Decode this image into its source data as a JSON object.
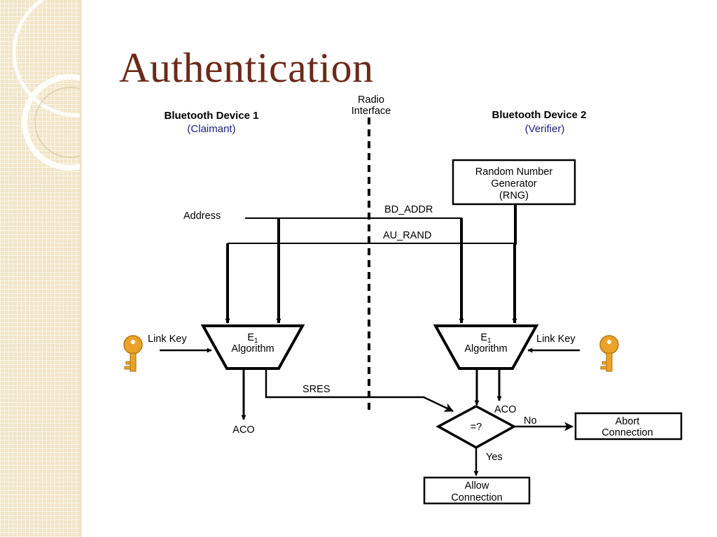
{
  "slide": {
    "title": "Authentication"
  },
  "diagram": {
    "device1": {
      "name": "Bluetooth Device 1",
      "role": "(Claimant)"
    },
    "device2": {
      "name": "Bluetooth Device 2",
      "role": "(Verifier)"
    },
    "radio_interface": [
      "Radio",
      "Interface"
    ],
    "rng": [
      "Random Number",
      "Generator",
      "(RNG)"
    ],
    "signals": {
      "address": "Address",
      "bd_addr": "BD_ADDR",
      "au_rand": "AU_RAND",
      "sres": "SRES",
      "aco": "ACO"
    },
    "algorithm": {
      "name": "E",
      "subscript": "1",
      "label": "Algorithm"
    },
    "link_key": "Link Key",
    "compare": "=?",
    "branches": {
      "no": "No",
      "yes": "Yes"
    },
    "abort": [
      "Abort",
      "Connection"
    ],
    "allow": [
      "Allow",
      "Connection"
    ],
    "colors": {
      "title": "#6b2a1a",
      "role_text": "#1a1d7a",
      "key_icon": "#e9a32b",
      "sidebar": "#f2e6c9"
    },
    "icons": [
      "key-icon"
    ]
  }
}
